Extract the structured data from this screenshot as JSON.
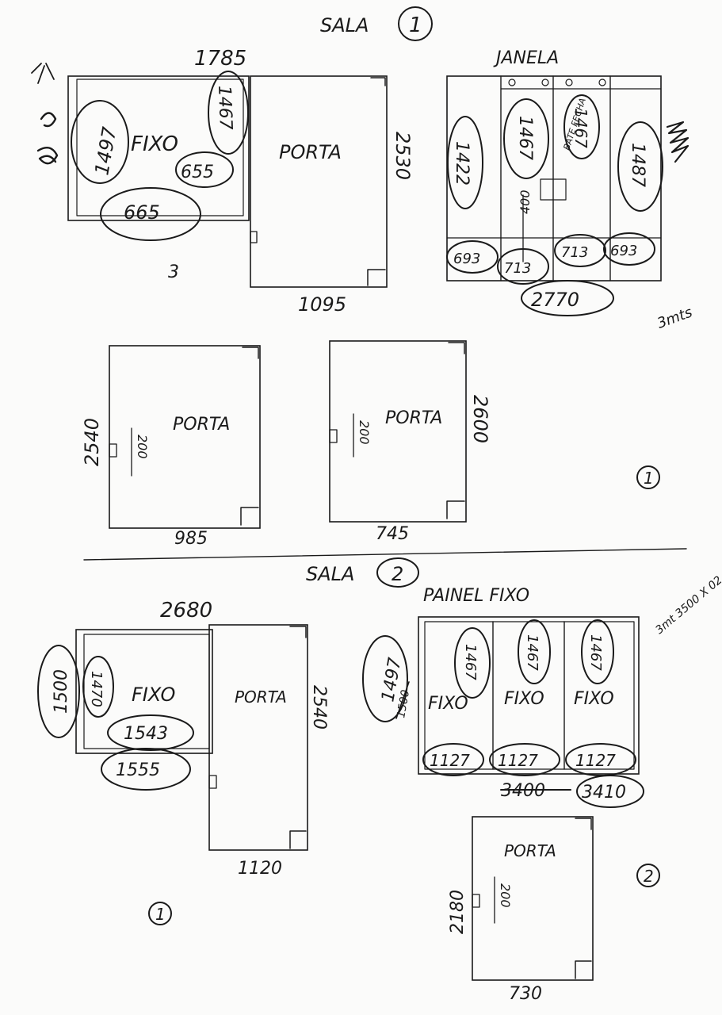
{
  "sala1": {
    "title": "SALA",
    "number": "1",
    "fixo_panel": {
      "top_width": "1785",
      "label": "FIXO",
      "left_height": "1497",
      "right_height": "1467",
      "inner_width": "655",
      "bottom_width": "665",
      "note_below": "3"
    },
    "porta_main": {
      "label": "PORTA",
      "height": "2530",
      "width": "1095"
    },
    "janela": {
      "title": "JANELA",
      "panel1_height": "1422",
      "panel2_height": "1467",
      "panel3_height": "1467",
      "panel3_note": "BATE FECHA",
      "panel4_height": "1487",
      "inner_height": "400",
      "bottom1": "693",
      "bottom2": "713",
      "bottom3": "713",
      "bottom4": "693",
      "total_width": "2770",
      "note": "3mts"
    },
    "porta_a": {
      "label": "PORTA",
      "height": "2540",
      "handle": "200",
      "width": "985"
    },
    "porta_b": {
      "label": "PORTA",
      "height": "2600",
      "handle": "200",
      "width": "745"
    },
    "marker": "1"
  },
  "sala2": {
    "title": "SALA",
    "number": "2",
    "fixo_panel": {
      "top_width": "2680",
      "label": "FIXO",
      "outer_height": "1500",
      "inner_height": "1470",
      "inner_width": "1543",
      "outer_width": "1555"
    },
    "porta_main": {
      "label": "PORTA",
      "height": "2540",
      "width": "1120"
    },
    "painel_fixo": {
      "title": "PAINEL FIXO",
      "note": "3mt 3500 X 02",
      "left_height": "1497",
      "left_strike": "1500",
      "panel_labels": [
        "FIXO",
        "FIXO",
        "FIXO"
      ],
      "panel_heights": [
        "1467",
        "1467",
        "1467"
      ],
      "bottoms": [
        "1127",
        "1127",
        "1127"
      ],
      "total_strike": "3400",
      "total": "3410"
    },
    "porta_small": {
      "label": "PORTA",
      "height": "2180",
      "handle": "200",
      "width": "730"
    },
    "marker_left": "1",
    "marker_right": "2"
  }
}
